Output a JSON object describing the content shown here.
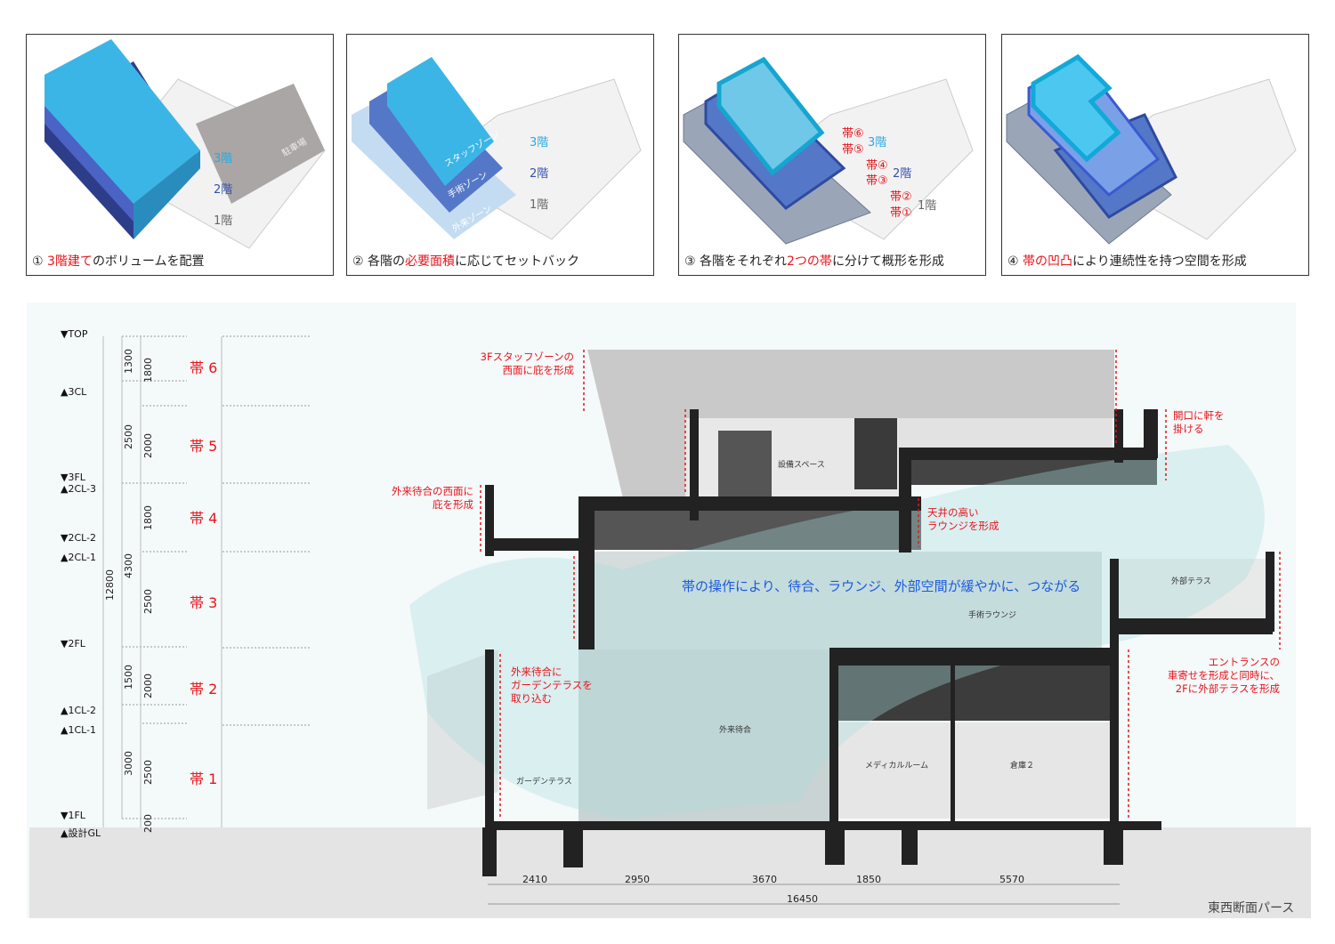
{
  "panels": [
    {
      "num": "①",
      "pre": "",
      "red": "3階建て",
      "post": "のボリュームを配置",
      "labels": [
        "3階",
        "2階",
        "1階",
        "駐車場"
      ]
    },
    {
      "num": "②",
      "pre": "各階の",
      "red": "必要面積",
      "post": "に応じてセットバック",
      "labels": [
        "3階",
        "2階",
        "1階"
      ],
      "zones": [
        "スタッフゾーン",
        "手術ゾーン",
        "外来ゾーン"
      ]
    },
    {
      "num": "③",
      "pre": "各階をそれぞれ",
      "red": "2つの帯",
      "post": "に分けて概形を形成",
      "labels": [
        "3階",
        "2階",
        "1階"
      ],
      "bands": [
        "帯⑥",
        "帯⑤",
        "帯④",
        "帯③",
        "帯②",
        "帯①"
      ]
    },
    {
      "num": "④",
      "pre": "",
      "red": "帯の凹凸",
      "post": "により連続性を持つ空間を形成"
    }
  ],
  "levels": [
    "▼TOP",
    "▲3CL",
    "▼3FL",
    "▲2CL-3",
    "▼2CL-2",
    "▲2CL-1",
    "▼2FL",
    "▲1CL-2",
    "▲1CL-1",
    "▼1FL",
    "▲設計GL"
  ],
  "dims": {
    "total": "12800",
    "col2": [
      "1300",
      "2500",
      "4300",
      "1500",
      "3000"
    ],
    "col3": [
      "1800",
      "2000",
      "1800",
      "2500",
      "2000",
      "2500",
      "200"
    ]
  },
  "bands": [
    "帯 6",
    "帯 5",
    "帯 4",
    "帯 3",
    "帯 2",
    "帯 1"
  ],
  "notes": {
    "n1": [
      "3Fスタッフゾーンの",
      "西面に庇を形成"
    ],
    "n2": [
      "外来待合の西面に",
      "庇を形成"
    ],
    "n3": [
      "天井の高い",
      "ラウンジを形成"
    ],
    "n4": [
      "開口に軒を",
      "掛ける"
    ],
    "n5": [
      "外来待合に",
      "ガーデンテラスを",
      "取り込む"
    ],
    "n6": [
      "エントランスの",
      "車寄せを形成と同時に、",
      "2Fに外部テラスを形成"
    ],
    "main": "帯の操作により、待合、ラウンジ、外部空間が緩やかに、つながる"
  },
  "rooms": [
    "設備スペース",
    "手術ラウンジ",
    "外部テラス",
    "外来待合",
    "ガーデンテラス",
    "メディカルルーム",
    "倉庫２"
  ],
  "hdims": [
    "2410",
    "2950",
    "3670",
    "1850",
    "5570"
  ],
  "hdim_total": "16450",
  "title": "東西断面パース"
}
